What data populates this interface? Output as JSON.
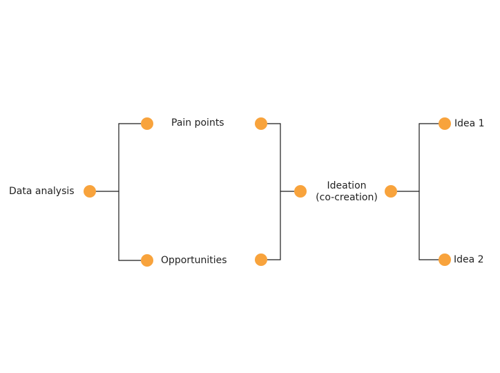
{
  "colors": {
    "node": "#f8a33c",
    "line": "#1a1a1a",
    "text": "#1f1f1f",
    "background": "#ffffff"
  },
  "nodes": {
    "data_analysis": {
      "label": "Data analysis"
    },
    "pain_points": {
      "label": "Pain points"
    },
    "opportunities": {
      "label": "Opportunities"
    },
    "ideation": {
      "label_line1": "Ideation",
      "label_line2": "(co-creation)"
    },
    "idea_1": {
      "label": "Idea 1"
    },
    "idea_2": {
      "label": "Idea 2"
    }
  }
}
